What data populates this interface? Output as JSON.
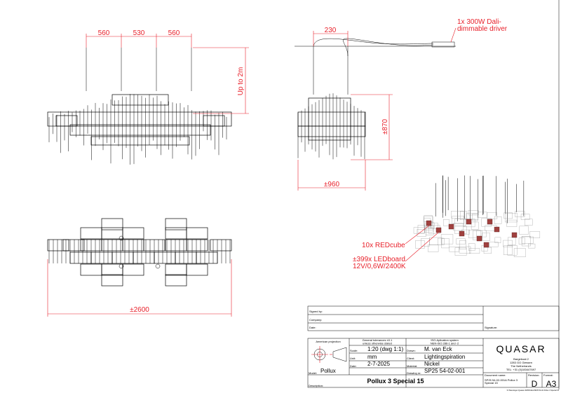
{
  "dimensions": {
    "front_spacing": [
      "560",
      "530",
      "560"
    ],
    "front_height": "Up to 2m",
    "side_spacing": "230",
    "side_height": "±870",
    "side_width": "±960",
    "top_width": "±2600",
    "driver_note": [
      "1x 300W Dali-",
      "dimmable driver"
    ],
    "redcube_note": "10x REDcube",
    "ledboard_note": [
      "±399x LEDboard",
      "12V/0,6W/2400K"
    ]
  },
  "title_block": {
    "signed_by_label": "Signed by:",
    "company_label": "Company:",
    "date_label": "Date:",
    "signature_label": "Signature:",
    "projection_label": "American projection",
    "tolerances": [
      "General tolerances ±0.1",
      "unless otherwise stated"
    ],
    "iso_system": [
      "ISO-Aplication system",
      "NEN-ISO 286-1 and -2"
    ],
    "scale_label": "Scale:",
    "scale": "1:20 (dwg 1:1)",
    "unit_label": "Unit:",
    "unit": "mm",
    "date2_label": "Date:",
    "date": "2-7-2025",
    "drawn_label": "Drawn:",
    "drawn": "M. van Eck",
    "client_label": "Client:",
    "client": "Lightingspiration",
    "material_label": "Material:",
    "material": "Nickel",
    "model_label": "Model:",
    "model": "Pollux",
    "drawing_nr_label": "Drawing nr:",
    "drawing_nr": "SP25 54-02-001",
    "description_label": "Description:",
    "description": "Pollux 3 Special 15",
    "company_name": "QUASAR",
    "address": [
      "Bargeboat 2",
      "1283 GG Giessen",
      "The Netherlands",
      "TEL: +31 (0)183447697"
    ],
    "document_name_label": "Document name:",
    "document_name": [
      "SP25 54-02-001A Pollux 3",
      "Special 15"
    ],
    "revision_label": "Revision:",
    "revision": "D",
    "format_label": "Format:",
    "format": "A3",
    "file_path": "S:\\Tekeningen Quasar 2025\\Pollux\\SP25 54-02 Pollux 3 Special 15"
  },
  "colors": {
    "dimension": "#e8202a",
    "cube": "#a0413f"
  }
}
